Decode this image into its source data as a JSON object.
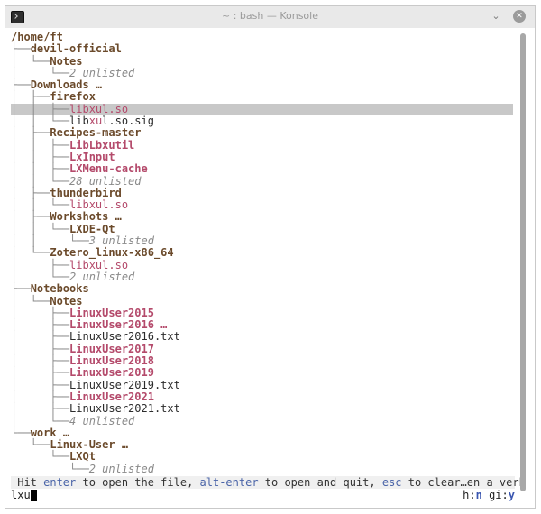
{
  "window": {
    "title": "~ : bash — Konsole",
    "icon": "terminal-icon"
  },
  "tree": [
    {
      "g": "",
      "segs": [
        {
          "t": "/home/ft",
          "c": "dir"
        }
      ]
    },
    {
      "g": "├──",
      "segs": [
        {
          "t": "devil-official",
          "c": "dir"
        }
      ]
    },
    {
      "g": "│  └──",
      "segs": [
        {
          "t": "Notes",
          "c": "dir"
        }
      ]
    },
    {
      "g": "│     └──",
      "segs": [
        {
          "t": "2 unlisted",
          "c": "un"
        }
      ]
    },
    {
      "g": "├──",
      "segs": [
        {
          "t": "Downloads …",
          "c": "dir"
        }
      ]
    },
    {
      "g": "│  ├──",
      "segs": [
        {
          "t": "firefox",
          "c": "dir"
        }
      ]
    },
    {
      "g": "│  │  ├──",
      "segs": [
        {
          "t": "libxul.so",
          "c": "cmf"
        }
      ],
      "sel": true
    },
    {
      "g": "│  │  └──",
      "segs": [
        {
          "t": "lib",
          "c": "file"
        },
        {
          "t": "xu",
          "c": "cmf"
        },
        {
          "t": "l.so.sig",
          "c": "file"
        }
      ]
    },
    {
      "g": "│  ├──",
      "segs": [
        {
          "t": "Recipes-master",
          "c": "dir"
        }
      ]
    },
    {
      "g": "│  │  ├──",
      "segs": [
        {
          "t": "LibLbxutil",
          "c": "cm"
        }
      ]
    },
    {
      "g": "│  │  ├──",
      "segs": [
        {
          "t": "LxInput",
          "c": "cm"
        }
      ]
    },
    {
      "g": "│  │  ├──",
      "segs": [
        {
          "t": "LXMenu-cache",
          "c": "cm"
        }
      ]
    },
    {
      "g": "│  │  └──",
      "segs": [
        {
          "t": "28 unlisted",
          "c": "un"
        }
      ]
    },
    {
      "g": "│  ├──",
      "segs": [
        {
          "t": "thunderbird",
          "c": "dir"
        }
      ]
    },
    {
      "g": "│  │  └──",
      "segs": [
        {
          "t": "libxul.so",
          "c": "cmf"
        }
      ]
    },
    {
      "g": "│  ├──",
      "segs": [
        {
          "t": "Workshots …",
          "c": "dir"
        }
      ]
    },
    {
      "g": "│  │  └──",
      "segs": [
        {
          "t": "LXDE-Qt",
          "c": "dir"
        }
      ]
    },
    {
      "g": "│  │     └──",
      "segs": [
        {
          "t": "3 unlisted",
          "c": "un"
        }
      ]
    },
    {
      "g": "│  └──",
      "segs": [
        {
          "t": "Zotero_linux-x86_64",
          "c": "dir"
        }
      ]
    },
    {
      "g": "│     ├──",
      "segs": [
        {
          "t": "libxul.so",
          "c": "cmf"
        }
      ]
    },
    {
      "g": "│     └──",
      "segs": [
        {
          "t": "2 unlisted",
          "c": "un"
        }
      ]
    },
    {
      "g": "├──",
      "segs": [
        {
          "t": "Notebooks",
          "c": "dir"
        }
      ]
    },
    {
      "g": "│  └──",
      "segs": [
        {
          "t": "Notes",
          "c": "dir"
        }
      ]
    },
    {
      "g": "│     ├──",
      "segs": [
        {
          "t": "LinuxUser2015",
          "c": "cm"
        }
      ]
    },
    {
      "g": "│     ├──",
      "segs": [
        {
          "t": "LinuxUser2016 …",
          "c": "cm"
        }
      ]
    },
    {
      "g": "│     ├──",
      "segs": [
        {
          "t": "LinuxUser2016.txt",
          "c": "file"
        }
      ]
    },
    {
      "g": "│     ├──",
      "segs": [
        {
          "t": "LinuxUser2017",
          "c": "cm"
        }
      ]
    },
    {
      "g": "│     ├──",
      "segs": [
        {
          "t": "LinuxUser2018",
          "c": "cm"
        }
      ]
    },
    {
      "g": "│     ├──",
      "segs": [
        {
          "t": "LinuxUser2019",
          "c": "cm"
        }
      ]
    },
    {
      "g": "│     ├──",
      "segs": [
        {
          "t": "LinuxUser2019.txt",
          "c": "file"
        }
      ]
    },
    {
      "g": "│     ├──",
      "segs": [
        {
          "t": "LinuxUser2021",
          "c": "cm"
        }
      ]
    },
    {
      "g": "│     ├──",
      "segs": [
        {
          "t": "LinuxUser2021.txt",
          "c": "file"
        }
      ]
    },
    {
      "g": "│     └──",
      "segs": [
        {
          "t": "4 unlisted",
          "c": "un"
        }
      ]
    },
    {
      "g": "└──",
      "segs": [
        {
          "t": "work …",
          "c": "dir"
        }
      ]
    },
    {
      "g": "   └──",
      "segs": [
        {
          "t": "Linux-User …",
          "c": "dir"
        }
      ]
    },
    {
      "g": "      └──",
      "segs": [
        {
          "t": "LXQt",
          "c": "dir"
        }
      ]
    },
    {
      "g": "         └──",
      "segs": [
        {
          "t": "2 unlisted",
          "c": "un"
        }
      ]
    }
  ],
  "status": {
    "p1": " Hit ",
    "k1": "enter",
    "p2": " to open the file, ",
    "k2": "alt-enter",
    "p3": " to open and quit, ",
    "k3": "esc",
    "p4": " to clear…en a verb"
  },
  "input": {
    "query": "lxu",
    "h_label": "h:",
    "h_value": "n",
    "gi_label": "gi:",
    "gi_value": "y"
  }
}
